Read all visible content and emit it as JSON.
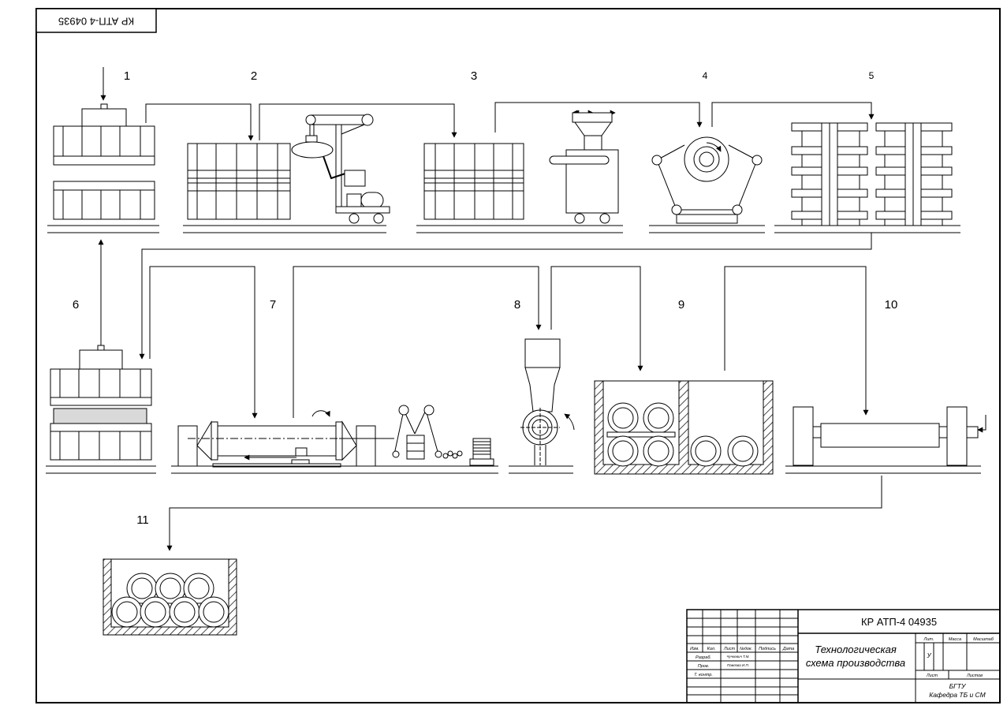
{
  "drawing": {
    "code": "КР АТП-4 04935",
    "rotated_stamp": "КР АТП-4 04935",
    "title_line1": "Технологическая",
    "title_line2": "схема производства",
    "organization": "БГТУ",
    "department": "Кафедра ТБ и СМ"
  },
  "stations": [
    {
      "number": "1"
    },
    {
      "number": "2"
    },
    {
      "number": "3"
    },
    {
      "number": "4"
    },
    {
      "number": "5"
    },
    {
      "number": "6"
    },
    {
      "number": "7"
    },
    {
      "number": "8"
    },
    {
      "number": "9"
    },
    {
      "number": "10"
    },
    {
      "number": "11"
    }
  ],
  "stamp": {
    "col_izm": "Изм.",
    "col_kol": "Кол.",
    "col_list": "Лист",
    "col_ndok": "№док.",
    "col_podpis": "Подпись",
    "col_data": "Дата",
    "row_razrab": "Разраб.",
    "row_prov": "Пров.",
    "row_tkontr": "Т. контр.",
    "razrab_name": "Чучкевич Т.М.",
    "prov_name": "Павлова И.П.",
    "lit_label": "Лит.",
    "massa_label": "Масса",
    "masshtab_label": "Масштаб",
    "lit_value": "У",
    "list_label": "Лист",
    "listov_label": "Листов"
  }
}
